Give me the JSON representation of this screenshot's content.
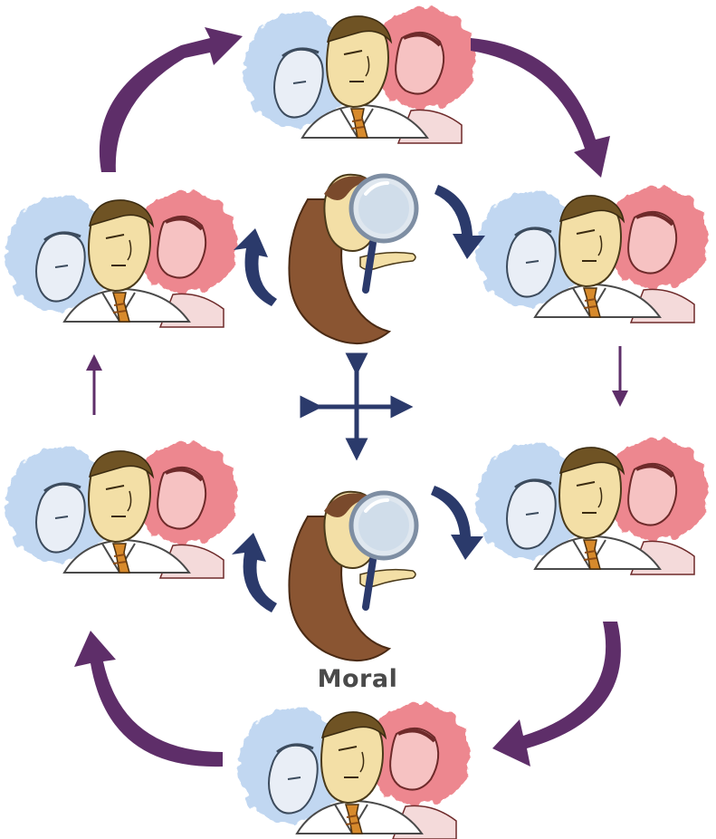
{
  "diagram": {
    "center_label": "Moral",
    "colors": {
      "cycle_arrow": "#5e2e69",
      "detective_arrow": "#2b3a6b",
      "blue_wash": "#a9c8ea",
      "red_wash": "#e2535b",
      "skin": "#f3dfa6",
      "hair": "#7a4a2c",
      "tie": "#d78a2c"
    },
    "nodes": [
      {
        "id": "top",
        "icon": "businessmen-trio-icon"
      },
      {
        "id": "upper-right",
        "icon": "businessmen-trio-icon"
      },
      {
        "id": "lower-right",
        "icon": "businessmen-trio-icon"
      },
      {
        "id": "bottom",
        "icon": "businessmen-trio-icon"
      },
      {
        "id": "lower-left",
        "icon": "businessmen-trio-icon"
      },
      {
        "id": "upper-left",
        "icon": "businessmen-trio-icon"
      }
    ],
    "detectives": [
      {
        "id": "upper",
        "icon": "detective-magnifier-icon"
      },
      {
        "id": "lower",
        "icon": "detective-magnifier-icon"
      }
    ],
    "center_icon": "four-way-arrows-icon"
  }
}
